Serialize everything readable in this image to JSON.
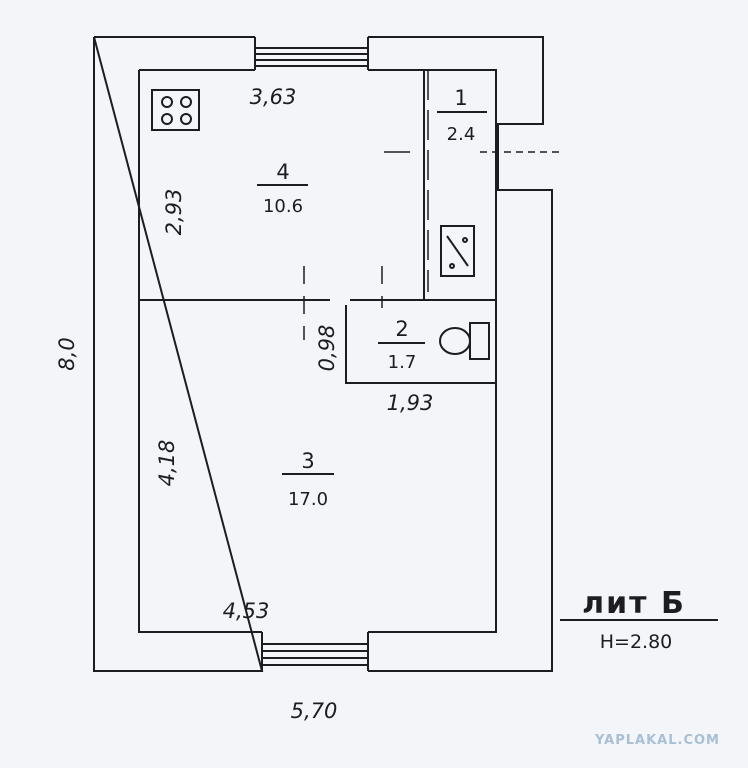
{
  "plan": {
    "lit_label": "лит Б",
    "height_label": "H=2.80",
    "total_width": "5,70",
    "total_length": "8,0",
    "rooms": [
      {
        "number": "1",
        "area": "2.4"
      },
      {
        "number": "2",
        "area": "1.7"
      },
      {
        "number": "3",
        "area": "17.0"
      },
      {
        "number": "4",
        "area": "10.6"
      }
    ],
    "dimensions": {
      "kitchen_width": "3,63",
      "kitchen_length": "2,93",
      "passage": "0,98",
      "wc_width": "1,93",
      "room_length": "4,18",
      "room_width": "4,53"
    }
  },
  "watermark": "YAPLAKAL.COM"
}
